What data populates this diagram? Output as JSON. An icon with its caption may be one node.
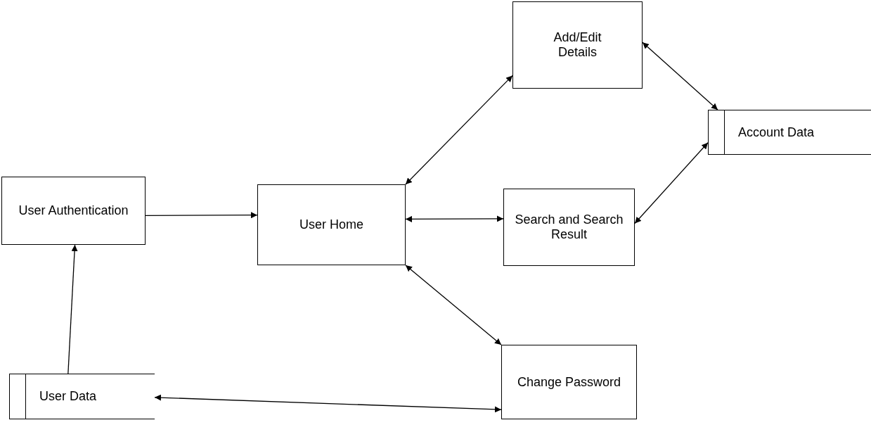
{
  "diagram": {
    "nodes": [
      {
        "text": [
          "User Authentication"
        ]
      },
      {
        "text": [
          "User  Home"
        ]
      },
      {
        "text": [
          "Add/Edit Details"
        ]
      },
      {
        "text": [
          "Search and Search Result"
        ]
      },
      {
        "text": [
          "Account Data"
        ]
      },
      {
        "text": [
          "Change Password"
        ]
      },
      {
        "text": [
          "User Data"
        ]
      }
    ],
    "edges": [
      {
        "from": 0,
        "to": 1,
        "arrow": "to"
      },
      {
        "from": 6,
        "to": 0,
        "arrow": "to"
      },
      {
        "from": 1,
        "to": 2,
        "arrow": "both"
      },
      {
        "from": 1,
        "to": 3,
        "arrow": "both"
      },
      {
        "from": 1,
        "to": 5,
        "arrow": "both"
      },
      {
        "from": 2,
        "to": 4,
        "arrow": "both"
      },
      {
        "from": 3,
        "to": 4,
        "arrow": "both"
      },
      {
        "from": 6,
        "to": 5,
        "arrow": "both"
      }
    ]
  }
}
